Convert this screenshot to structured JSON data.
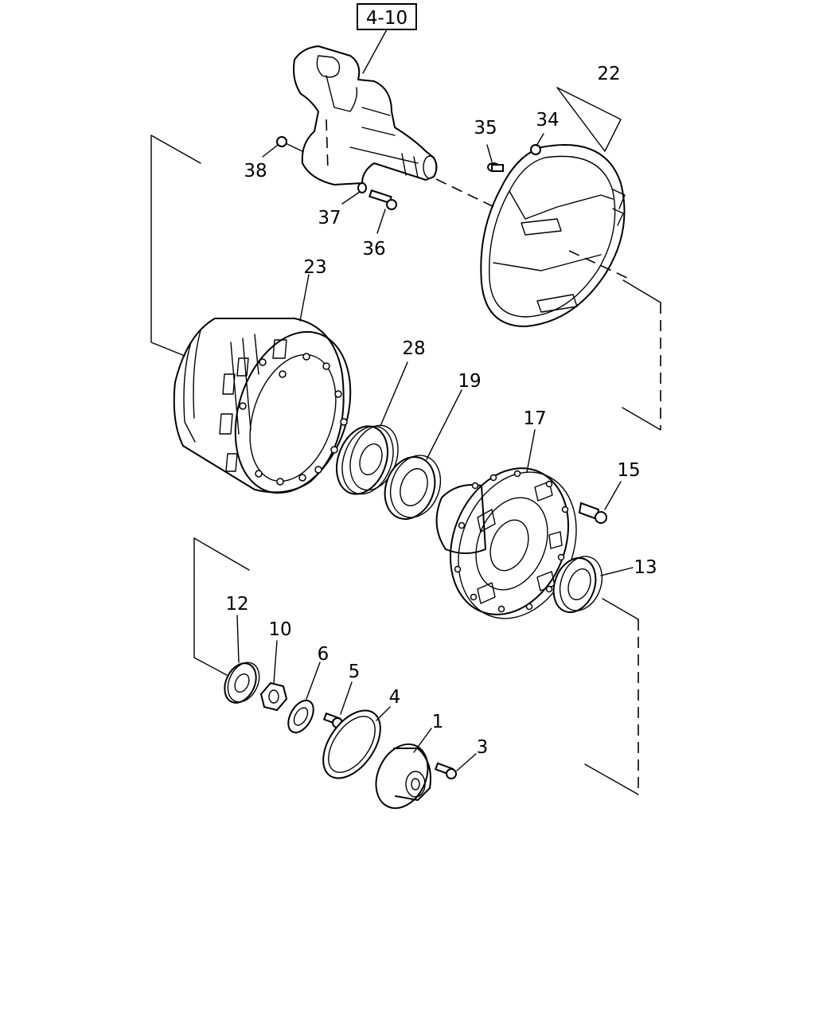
{
  "diagram": {
    "reference_label": "4-10",
    "callouts": [
      "22",
      "35",
      "34",
      "38",
      "37",
      "36",
      "23",
      "28",
      "19",
      "17",
      "15",
      "13",
      "12",
      "10",
      "6",
      "5",
      "4",
      "1",
      "3"
    ]
  }
}
